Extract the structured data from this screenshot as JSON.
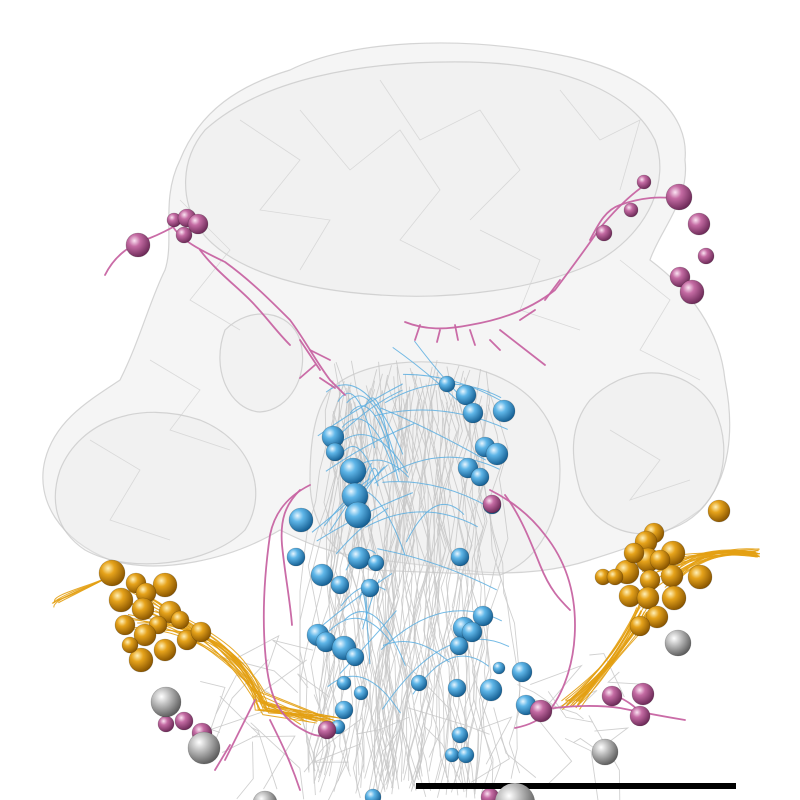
{
  "scene": {
    "background": "#ffffff",
    "colors": {
      "shell_fill": "#ececec",
      "shell_stroke": "#c9c9c9",
      "gray_neuron": "#cfcfcf",
      "blue_neuron": "#5aaee0",
      "blue_soma": "#2a86c4",
      "magenta_neuron": "#c764a2",
      "magenta_soma": "#a04c86",
      "orange_neuron": "#e3a013",
      "orange_soma": "#c38407",
      "gray_soma": "#9a9a9a",
      "scale_bar": "#000000"
    },
    "layers": [
      "brain-shell",
      "gray-neuron-bundle",
      "blue-neurons",
      "magenta-neurons",
      "orange-neurons",
      "somata",
      "scale-bar"
    ]
  }
}
